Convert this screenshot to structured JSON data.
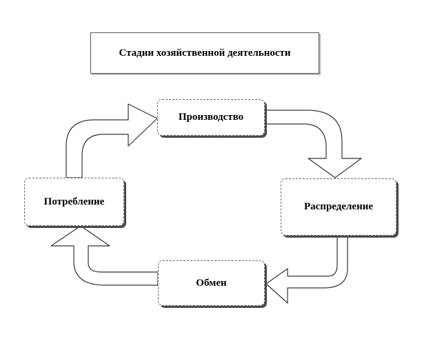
{
  "title": "Стадии хозяйственной деятельности",
  "stages": [
    {
      "label": "Производство"
    },
    {
      "label": "Распределение"
    },
    {
      "label": "Обмен"
    },
    {
      "label": "Потребление"
    }
  ],
  "colors": {
    "stroke": "#333333",
    "shadow": "#4a4a4a",
    "background": "#ffffff"
  }
}
